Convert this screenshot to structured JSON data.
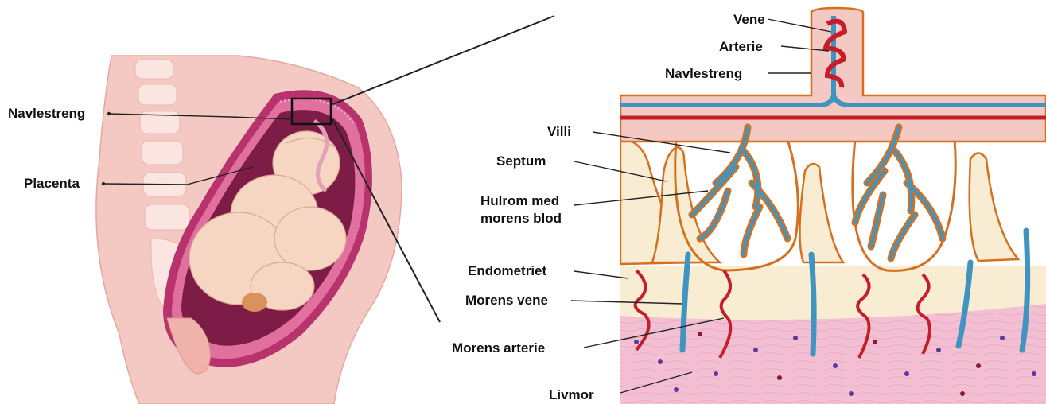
{
  "left_panel": {
    "labels": {
      "umbilical_cord": "Navlestreng",
      "placenta": "Placenta"
    }
  },
  "right_panel": {
    "labels": {
      "vein": "Vene",
      "artery": "Arterie",
      "umbilical_cord": "Navlestreng",
      "villi": "Villi",
      "septum": "Septum",
      "space_line1": "Hulrom med",
      "space_line2": "morens blod",
      "endometrium": "Endometriet",
      "maternal_vein": "Morens vene",
      "maternal_artery": "Morens arterie",
      "uterus": "Livmor"
    }
  },
  "colors": {
    "skin": "#f5c9c3",
    "uterus_wall": "#b8326e",
    "placenta": "#e0719e",
    "amniotic": "#7e1c48",
    "fetus": "#f6d6c2",
    "vein_blue": "#3f95bf",
    "artery_red": "#c41e2a",
    "orange_outline": "#d6701e",
    "endometrium": "#f8ecd3",
    "muscle": "#f2c0d2"
  }
}
